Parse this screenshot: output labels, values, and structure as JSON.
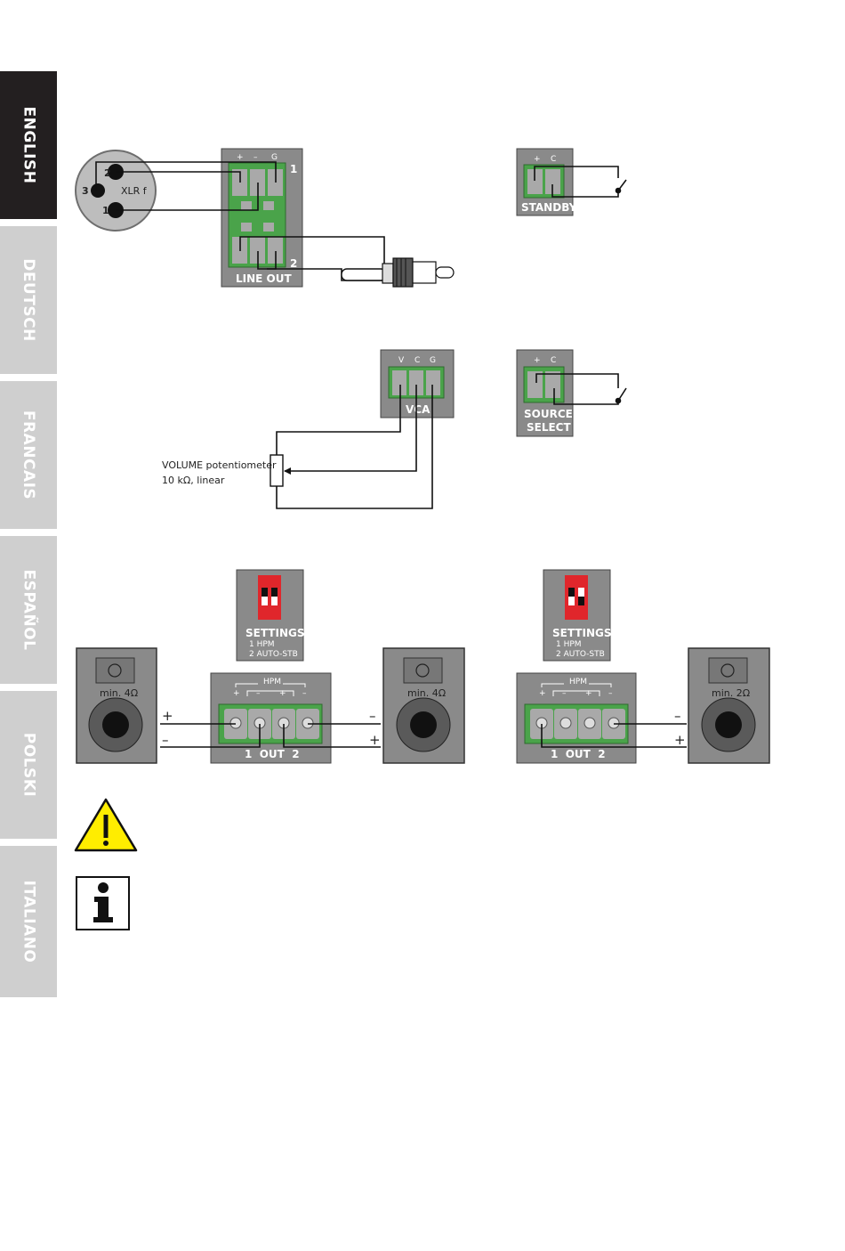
{
  "tabs": [
    {
      "label": "ENGLISH",
      "active": true
    },
    {
      "label": "DEUTSCH",
      "active": false
    },
    {
      "label": "FRANCAIS",
      "active": false
    },
    {
      "label": "ESPAÑOL",
      "active": false
    },
    {
      "label": "POLSKI",
      "active": false
    },
    {
      "label": "ITALIANO",
      "active": false
    }
  ],
  "xlr": {
    "label": "XLR f",
    "pin1": "1",
    "pin2": "2",
    "pin3": "3"
  },
  "line_out": {
    "label": "LINE OUT",
    "pins": {
      "plus": "+",
      "minus": "–",
      "ground": "G"
    },
    "ch1": "1",
    "ch2": "2"
  },
  "standby": {
    "label": "STANDBY",
    "pins": {
      "plus": "+",
      "c": "C"
    }
  },
  "vca": {
    "label": "VCA",
    "pins": {
      "v": "V",
      "c": "C",
      "g": "G"
    }
  },
  "source_select": {
    "label_line1": "SOURCE",
    "label_line2": "SELECT",
    "pins": {
      "plus": "+",
      "c": "C"
    }
  },
  "potentiometer": {
    "line1": "VOLUME potentiometer",
    "line2": "10 kΩ, linear"
  },
  "settings_left": {
    "title": "SETTINGS",
    "item1": "1 HPM",
    "item2": "2 AUTO-STB"
  },
  "settings_right": {
    "title": "SETTINGS",
    "item1": "1 HPM",
    "item2": "2 AUTO-STB"
  },
  "amp_left": {
    "hpm": "HPM",
    "p1": "+",
    "m1": "–",
    "p2": "+",
    "m2": "–",
    "bottom": "1  OUT  2"
  },
  "amp_right": {
    "hpm": "HPM",
    "p1": "+",
    "m1": "–",
    "p2": "+",
    "m2": "–",
    "bottom": "1  OUT  2"
  },
  "speaker_left_a": {
    "label": "min. 4Ω"
  },
  "speaker_left_b": {
    "label": "min. 4Ω"
  },
  "speaker_right": {
    "label": "min. 2Ω"
  },
  "wire_signs": {
    "plus": "+",
    "minus": "–"
  },
  "colors": {
    "panel": "#8a8a8a",
    "terminal": "#4aa34a",
    "dip": "#e0262b",
    "tab_active": "#231f20",
    "tab_inactive": "#cfcfcf",
    "warning": "#ffed00"
  }
}
